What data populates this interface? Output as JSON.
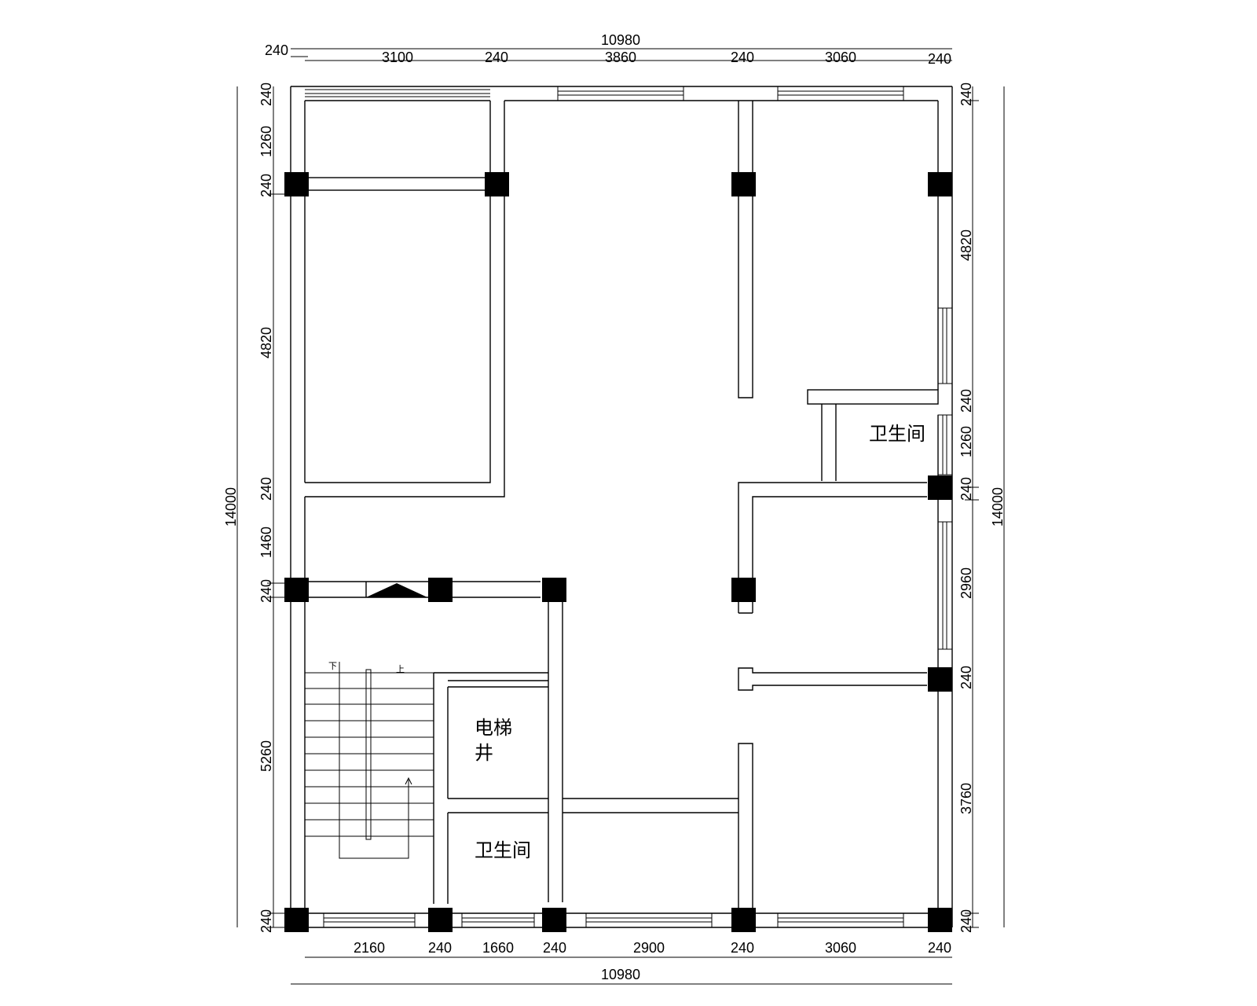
{
  "dimensions": {
    "top_total": "10980",
    "top_left_small": "240",
    "top_segments": [
      "3100",
      "240",
      "3860",
      "240",
      "3060",
      "240"
    ],
    "bottom_segments": [
      "2160",
      "240",
      "1660",
      "240",
      "2900",
      "240",
      "3060",
      "240"
    ],
    "bottom_total": "10980",
    "left_total": "14000",
    "left_segments": [
      "240",
      "1260",
      "240",
      "4820",
      "240",
      "1460",
      "240",
      "5260",
      "240"
    ],
    "right_total": "14000",
    "right_segments": [
      "240",
      "4820",
      "240",
      "1260",
      "240",
      "2960",
      "240",
      "3760",
      "240"
    ]
  },
  "rooms": {
    "bathroom_right": "卫生间",
    "elevator_line1": "电梯",
    "elevator_line2": "井",
    "bathroom_bottom": "卫生间"
  },
  "stairs": {
    "down_label": "下",
    "up_label": "上"
  }
}
